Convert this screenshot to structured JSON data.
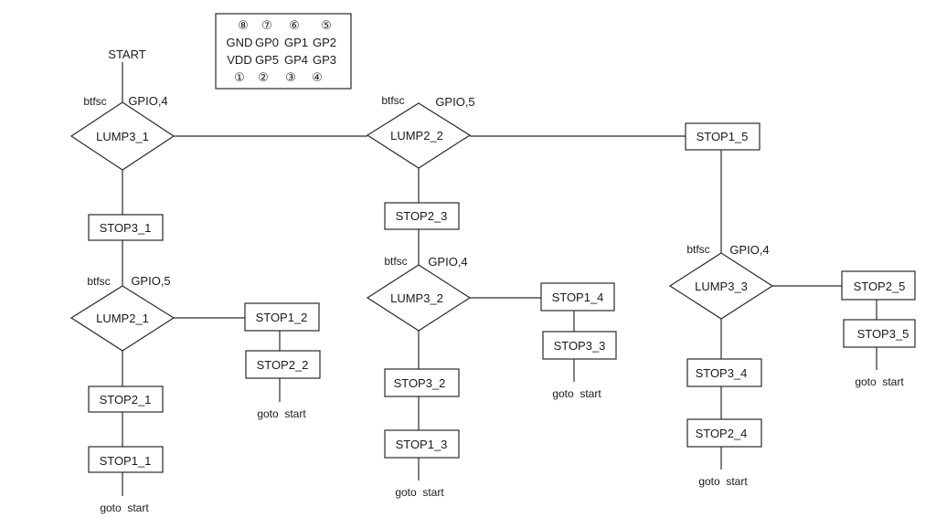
{
  "pin_legend": {
    "top_numbers": [
      "⑧",
      "⑦",
      "⑥",
      "⑤"
    ],
    "top_pins": [
      "GND",
      "GP0",
      "GP1",
      "GP2"
    ],
    "bottom_pins": [
      "VDD",
      "GP5",
      "GP4",
      "GP3"
    ],
    "bottom_numbers": [
      "①",
      "②",
      "③",
      "④"
    ]
  },
  "start_label": "START",
  "decisions": [
    {
      "id": "d1",
      "label": "LUMP3_1",
      "instr": "btfsc",
      "operand": "GPIO,4"
    },
    {
      "id": "d2",
      "label": "LUMP2_2",
      "instr": "btfsc",
      "operand": "GPIO,5"
    },
    {
      "id": "d3",
      "label": "LUMP2_1",
      "instr": "btfsc",
      "operand": "GPIO,5"
    },
    {
      "id": "d4",
      "label": "LUMP3_2",
      "instr": "btfsc",
      "operand": "GPIO,4"
    },
    {
      "id": "d5",
      "label": "LUMP3_3",
      "instr": "btfsc",
      "operand": "GPIO,4"
    }
  ],
  "processes": [
    {
      "id": "p15",
      "label": "STOP1_5"
    },
    {
      "id": "p31",
      "label": "STOP3_1"
    },
    {
      "id": "p23",
      "label": "STOP2_3"
    },
    {
      "id": "p12",
      "label": "STOP1_2"
    },
    {
      "id": "p22",
      "label": "STOP2_2"
    },
    {
      "id": "p21",
      "label": "STOP2_1"
    },
    {
      "id": "p11",
      "label": "STOP1_1"
    },
    {
      "id": "p14",
      "label": "STOP1_4"
    },
    {
      "id": "p33",
      "label": "STOP3_3"
    },
    {
      "id": "p32",
      "label": "STOP3_2"
    },
    {
      "id": "p13",
      "label": "STOP1_3"
    },
    {
      "id": "p25",
      "label": "STOP2_5"
    },
    {
      "id": "p35",
      "label": "STOP3_5"
    },
    {
      "id": "p34",
      "label": "STOP3_4"
    },
    {
      "id": "p24",
      "label": "STOP2_4"
    }
  ],
  "terminals": [
    {
      "id": "g1",
      "label": "goto  start"
    },
    {
      "id": "g2",
      "label": "goto  start"
    },
    {
      "id": "g3",
      "label": "goto  start"
    },
    {
      "id": "g4",
      "label": "goto  start"
    },
    {
      "id": "g5",
      "label": "goto  start"
    },
    {
      "id": "g6",
      "label": "goto  start"
    }
  ]
}
